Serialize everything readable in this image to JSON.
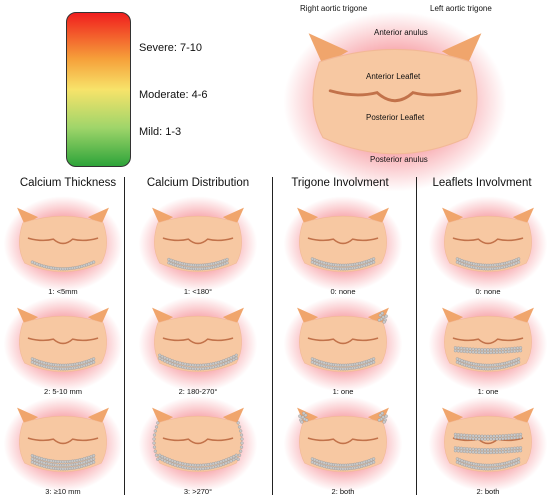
{
  "legend": {
    "colors": [
      "#f01e1e",
      "#f6a03a",
      "#f7e36a",
      "#9fd56a",
      "#2ea43a"
    ],
    "severe": "Severe: 7-10",
    "moderate": "Moderate: 4-6",
    "mild": "Mild: 1-3"
  },
  "anatomy": {
    "right_trigone": "Right aortic trigone",
    "left_trigone": "Left aortic trigone",
    "anterior_anulus": "Anterior anulus",
    "anterior_leaflet": "Anterior Leaflet",
    "posterior_leaflet": "Posterior Leaflet",
    "posterior_anulus": "Posterior anulus"
  },
  "colors": {
    "valve": "#f7c8a2",
    "halo": "#f7a0a6",
    "horn": "#f0a56c",
    "calcium": "#c9c9c9",
    "line": "#c2724a"
  },
  "columns": [
    {
      "title": "Calcium Thickness",
      "rows": [
        {
          "caption": "1: <5mm",
          "type": "thick",
          "level": 1
        },
        {
          "caption": "2: 5-10 mm",
          "type": "thick",
          "level": 2
        },
        {
          "caption": "3: ≥10 mm",
          "type": "thick",
          "level": 3
        }
      ]
    },
    {
      "title": "Calcium Distribution",
      "rows": [
        {
          "caption": "1: <180°",
          "type": "dist",
          "level": 1
        },
        {
          "caption": "2: 180-270°",
          "type": "dist",
          "level": 2
        },
        {
          "caption": "3: >270°",
          "type": "dist",
          "level": 3
        }
      ]
    },
    {
      "title": "Trigone Involvment",
      "rows": [
        {
          "caption": "0: none",
          "type": "trig",
          "level": 0
        },
        {
          "caption": "1: one",
          "type": "trig",
          "level": 1
        },
        {
          "caption": "2: both",
          "type": "trig",
          "level": 2
        }
      ]
    },
    {
      "title": "Leaflets Involvment",
      "rows": [
        {
          "caption": "0: none",
          "type": "leaf",
          "level": 0
        },
        {
          "caption": "1: one",
          "type": "leaf",
          "level": 1
        },
        {
          "caption": "2: both",
          "type": "leaf",
          "level": 2
        }
      ]
    }
  ]
}
